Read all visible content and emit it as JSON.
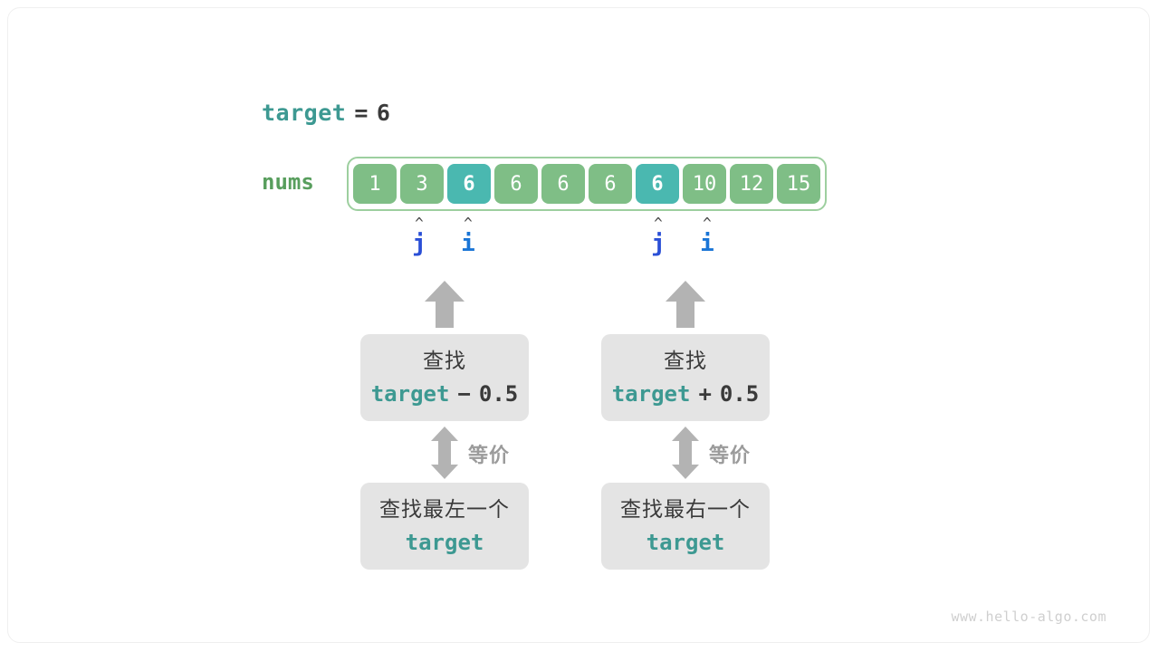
{
  "diagram": {
    "title_expression": {
      "name": "target",
      "equals": "=",
      "value": "6"
    },
    "array": {
      "label": "nums",
      "cells": [
        {
          "value": "1",
          "highlighted": false
        },
        {
          "value": "3",
          "highlighted": false
        },
        {
          "value": "6",
          "highlighted": true
        },
        {
          "value": "6",
          "highlighted": false
        },
        {
          "value": "6",
          "highlighted": false
        },
        {
          "value": "6",
          "highlighted": false
        },
        {
          "value": "6",
          "highlighted": true
        },
        {
          "value": "10",
          "highlighted": false
        },
        {
          "value": "12",
          "highlighted": false
        },
        {
          "value": "15",
          "highlighted": false
        }
      ]
    },
    "pointers": [
      {
        "name": "j",
        "caret": "^",
        "cell_index": 1,
        "group": "left"
      },
      {
        "name": "i",
        "caret": "^",
        "cell_index": 2,
        "group": "left"
      },
      {
        "name": "j",
        "caret": "^",
        "cell_index": 6,
        "group": "right"
      },
      {
        "name": "i",
        "caret": "^",
        "cell_index": 7,
        "group": "right"
      }
    ],
    "columns": [
      {
        "id": "left",
        "search_box": {
          "line1": "查找",
          "token_target": "target",
          "token_op": "−",
          "token_value": "0.5"
        },
        "equivalence_label": "等价",
        "result_box": {
          "line1": "查找最左一个",
          "token_target": "target"
        }
      },
      {
        "id": "right",
        "search_box": {
          "line1": "查找",
          "token_target": "target",
          "token_op": "+",
          "token_value": "0.5"
        },
        "equivalence_label": "等价",
        "result_box": {
          "line1": "查找最右一个",
          "token_target": "target"
        }
      }
    ],
    "watermark": "www.hello-algo.com",
    "colors": {
      "teal_accent": "#3d9992",
      "cell_green": "#7fbe86",
      "cell_highlight": "#4ab8b0",
      "array_border": "#9dcf9f",
      "nums_label": "#589e5d",
      "pointer_j": "#2a4fd6",
      "pointer_i": "#1a75d6",
      "box_gray": "#e4e4e4",
      "arrow_gray": "#b3b3b3",
      "text_dark": "#3a3a3a",
      "equiv_gray": "#9b9b9b",
      "watermark_gray": "#cfcfcf"
    }
  }
}
